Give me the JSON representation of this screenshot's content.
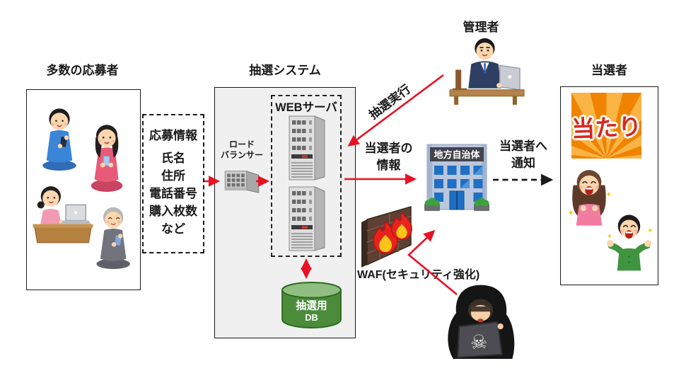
{
  "labels": {
    "applicants_title": "多数の応募者",
    "application_info_title": "応募情報",
    "application_fields": [
      "氏名",
      "住所",
      "電話番号",
      "購入枚数",
      "など"
    ],
    "system_title": "抽選システム",
    "web_server_label": "WEBサーバ",
    "load_balancer_lines": [
      "ロード",
      "バランサー"
    ],
    "db_lines": [
      "抽選用",
      "DB"
    ],
    "admin_title": "管理者",
    "exec_label": "抽選実行",
    "winner_info_lines": [
      "当選者の",
      "情報"
    ],
    "government_sign": "地方自治体",
    "notify_lines": [
      "当選者へ",
      "通知"
    ],
    "waf_label": "WAF(セキュリティ強化)",
    "winners_title": "当選者",
    "prize_text": "当たり"
  },
  "icons": {
    "skull": "☠",
    "sparkle": "✦"
  },
  "colors": {
    "arrow_red": "#e81123",
    "system_box_bg": "#f0f0f0",
    "db_green": "#4a8c3a",
    "db_green_top": "#8fbe80",
    "window_blue": "#1f6fc4",
    "banner_orange": "#f08300",
    "banner_orange_light": "#f9b445",
    "banner_text_red": "#d7281e",
    "flame_red": "#e8231e",
    "flame_yellow": "#fcc419"
  }
}
